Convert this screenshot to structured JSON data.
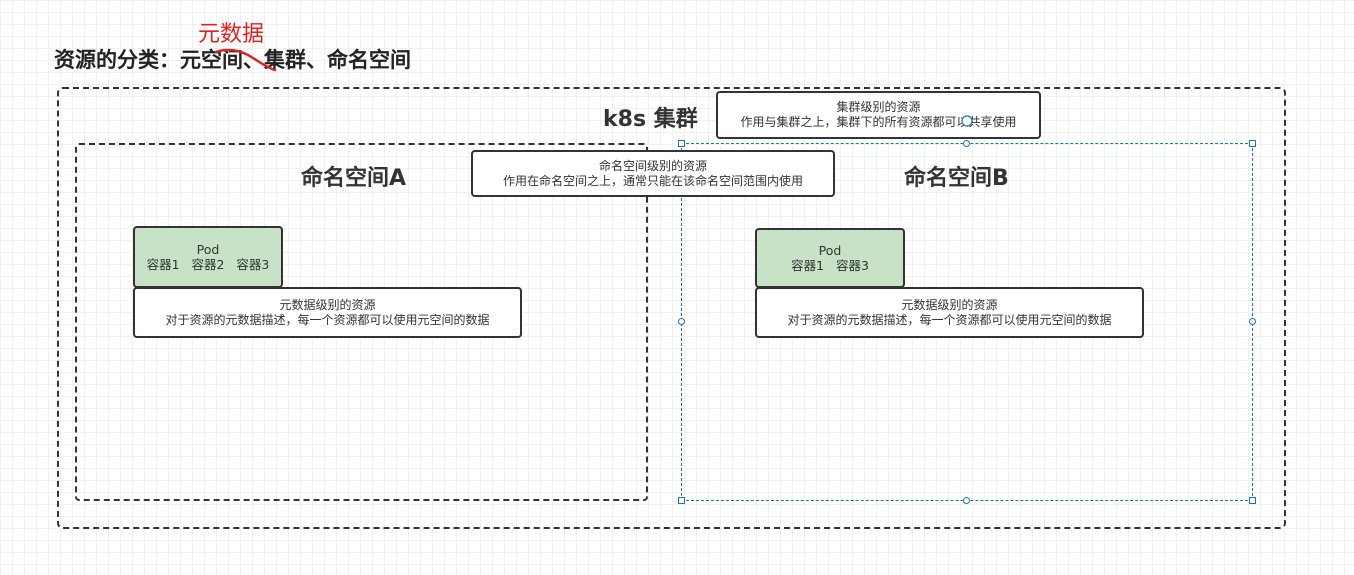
{
  "page_title": {
    "prefix": "资源的分类：",
    "struck_word": "元空间",
    "rest": "、集群、命名空间"
  },
  "annotation": "元数据",
  "cluster": {
    "heading": "k8s 集群",
    "note_line1": "集群级别的资源",
    "note_line2": "作用与集群之上，集群下的所有资源都可以共享使用"
  },
  "namespace_note": {
    "line1": "命名空间级别的资源",
    "line2": "作用在命名空间之上，通常只能在该命名空间范围内使用"
  },
  "namespace_a": {
    "heading": "命名空间A",
    "pod_title": "Pod",
    "pod_containers": "容器1   容器2   容器3",
    "meta_line1": "元数据级别的资源",
    "meta_line2": "对于资源的元数据描述，每一个资源都可以使用元空间的数据"
  },
  "namespace_b": {
    "heading": "命名空间B",
    "pod_title": "Pod",
    "pod_containers": "容器1   容器3",
    "meta_line1": "元数据级别的资源",
    "meta_line2": "对于资源的元数据描述，每一个资源都可以使用元空间的数据"
  },
  "colors": {
    "pod_fill": "#c8e2c8",
    "annotation": "#e02020",
    "selection": "#2a6fa8"
  }
}
